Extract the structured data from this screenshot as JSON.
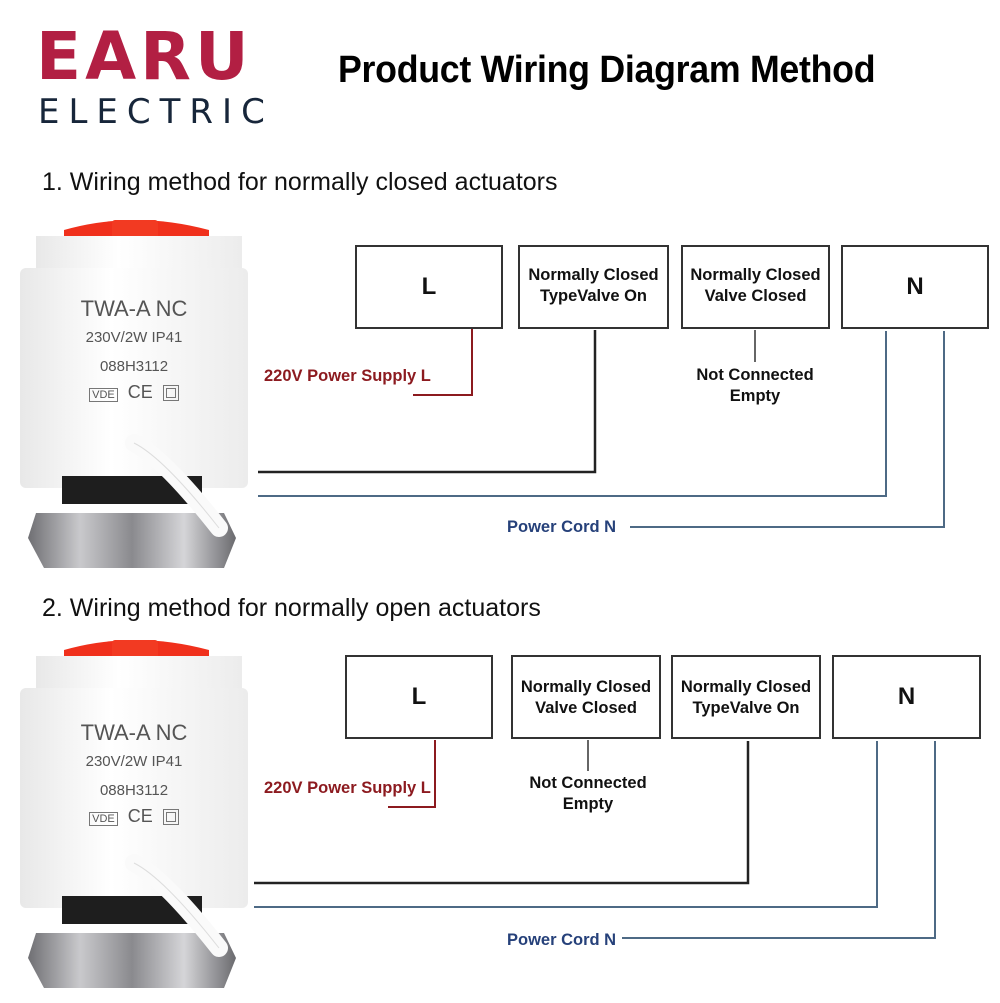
{
  "brand": {
    "name": "EARU",
    "subtitle": "ELECTRIC",
    "color": "#b21f43",
    "subtitle_color": "#17263a"
  },
  "title": "Product Wiring Diagram Method",
  "actuator": {
    "model": "TWA-A NC",
    "rating": "230V/2W IP41",
    "part_number": "088H3112",
    "marks": [
      "VDE",
      "CE",
      "double-insulation"
    ]
  },
  "sections": [
    {
      "heading": "1. Wiring method for normally closed actuators",
      "terminals": [
        {
          "label": "L",
          "type": "big"
        },
        {
          "label": "Normally Closed TypeValve On",
          "line1": "Normally Closed",
          "line2": "TypeValve On",
          "type": "small"
        },
        {
          "label": "Normally Closed Valve Closed",
          "line1": "Normally Closed",
          "line2": "Valve Closed",
          "type": "small"
        },
        {
          "label": "N",
          "type": "big"
        }
      ],
      "power_supply_label": "220V Power Supply L",
      "not_connected_line1": "Not Connected",
      "not_connected_line2": "Empty",
      "power_cord_label": "Power Cord N"
    },
    {
      "heading": "2. Wiring method for normally open actuators",
      "terminals": [
        {
          "label": "L",
          "type": "big"
        },
        {
          "label": "Normally Closed Valve Closed",
          "line1": "Normally Closed",
          "line2": "Valve Closed",
          "type": "small"
        },
        {
          "label": "Normally Closed TypeValve On",
          "line1": "Normally Closed",
          "line2": "TypeValve On",
          "type": "small"
        },
        {
          "label": "N",
          "type": "big"
        }
      ],
      "power_supply_label": "220V Power Supply L",
      "not_connected_line1": "Not Connected",
      "not_connected_line2": "Empty",
      "power_cord_label": "Power Cord N"
    }
  ],
  "colors": {
    "live_wire": "#8c1a1f",
    "neutral_wire": "#4e6a85",
    "signal_wire": "#222222",
    "neutral_text": "#26417a",
    "actuator_cap": "#f0301c"
  }
}
